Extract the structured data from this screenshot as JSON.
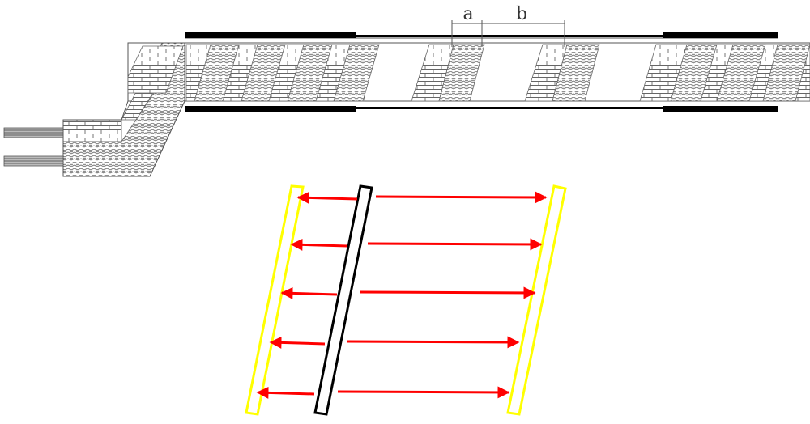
{
  "labels": {
    "a": "a",
    "b": "b"
  },
  "colors": {
    "outline": "#555555",
    "liner": "#000000",
    "arrow": "#ff0000",
    "boundary": "#ffff00",
    "background": "#ffffff"
  },
  "legend_patterns": {
    "brick": "brick-hatch",
    "herringbone": "herringbone-hatch",
    "wires": "cable-ends"
  },
  "arrow_rows": 5
}
